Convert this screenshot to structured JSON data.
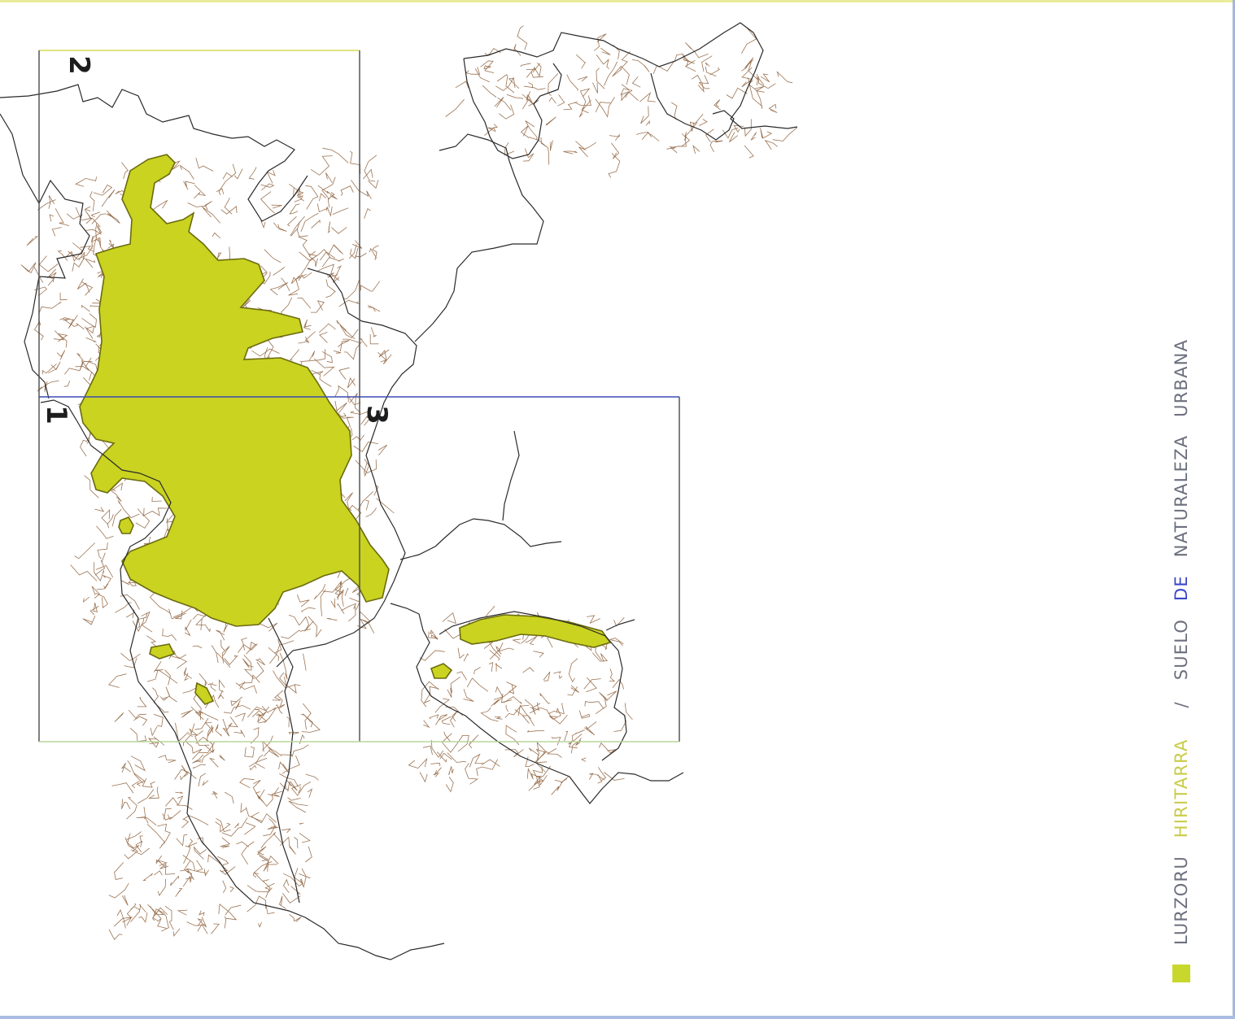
{
  "map": {
    "sheets": [
      {
        "number": "1"
      },
      {
        "number": "2"
      },
      {
        "number": "3"
      }
    ],
    "colors": {
      "urban_fill": "#c9d320",
      "urban_outline": "#6b6a10",
      "street_lines": "#9b7352",
      "boundary_lines": "#2a2a2a",
      "sheet_frame_yellow": "#d6dc63",
      "sheet_frame_blue": "#3f4bb3",
      "sheet_frame_gray": "#555555"
    }
  },
  "legend": {
    "swatch_color": "#c8d72c",
    "label_basque_1": "LURZORU",
    "label_basque_2": "HIRITARRA",
    "separator": "/",
    "label_spanish_1": "SUELO",
    "label_spanish_2": "DE",
    "label_spanish_3": "NATURALEZA",
    "label_spanish_4": "URBANA"
  }
}
